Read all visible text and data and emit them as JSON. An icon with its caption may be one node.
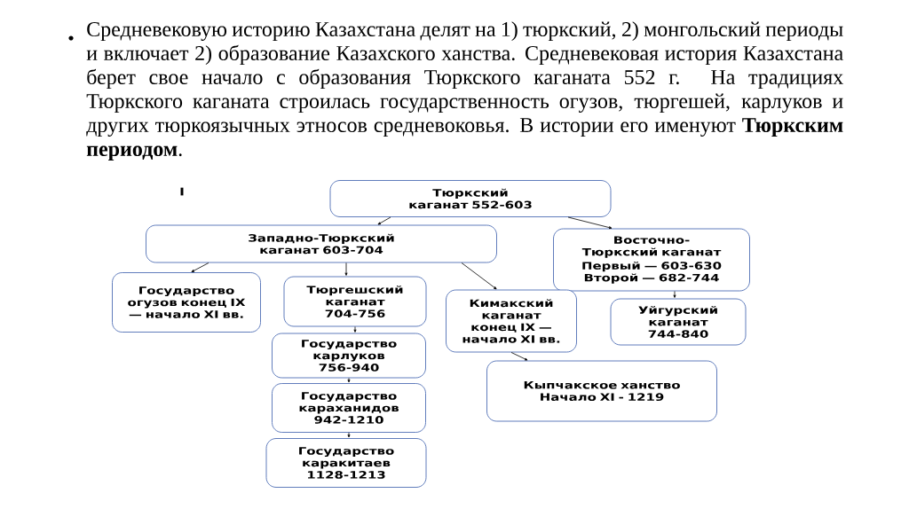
{
  "diagram": {
    "nodes": [
      {
        "text": [
          "Тюркский каганат 552-603"
        ]
      },
      {
        "text": [
          "Западно-Тюркский каганат 603-704"
        ]
      },
      {
        "text": [
          "Восточно-Тюркский каганат",
          "Первый — 603-630 Второй — 682-744"
        ]
      },
      {
        "text": [
          "Государство огузов конец IX — начало XI вв."
        ]
      },
      {
        "text": [
          "Тюргешский каганат 704-756"
        ]
      },
      {
        "text": [
          "Кимакский каганат конец IX — начало XI вв."
        ]
      },
      {
        "text": [
          "Уйгурский каганат 744-840"
        ]
      },
      {
        "text": [
          "Государство карлуков 756-940"
        ]
      },
      {
        "text": [
          "Кыпчакское ханство Начало XI - 1219"
        ]
      },
      {
        "text": [
          "Государство караханидов 942-1210"
        ]
      },
      {
        "text": [
          "Государство каракитаев 1128-1213"
        ]
      }
    ],
    "edges": [
      {
        "from": 0,
        "to": 1,
        "arrow": "to"
      },
      {
        "from": 0,
        "to": 2,
        "arrow": "to"
      },
      {
        "from": 1,
        "to": 3,
        "arrow": "to"
      },
      {
        "from": 1,
        "to": 4,
        "arrow": "to"
      },
      {
        "from": 1,
        "to": 5,
        "arrow": "to"
      },
      {
        "from": 2,
        "to": 6,
        "arrow": "to"
      },
      {
        "from": 4,
        "to": 7,
        "arrow": "to"
      },
      {
        "from": 5,
        "to": 8,
        "arrow": "to"
      },
      {
        "from": 7,
        "to": 9,
        "arrow": "to"
      },
      {
        "from": 9,
        "to": 10,
        "arrow": "to"
      }
    ],
    "labels": [
      "Средневековую историю Казахстана делят на 1) тюркский, 2) монгольский периоды и включает 2) образование Казахского ханства. Средневековая история Казахстана берет свое начало с образования Тюркского каганата 552 г. На традициях Тюркского каганата строилась государственность огузов, тюргешей, карлуков и других тюркоязычных этносов средневоковья. В истории его именуют **Тюркским периодом**.",
      "I"
    ]
  }
}
